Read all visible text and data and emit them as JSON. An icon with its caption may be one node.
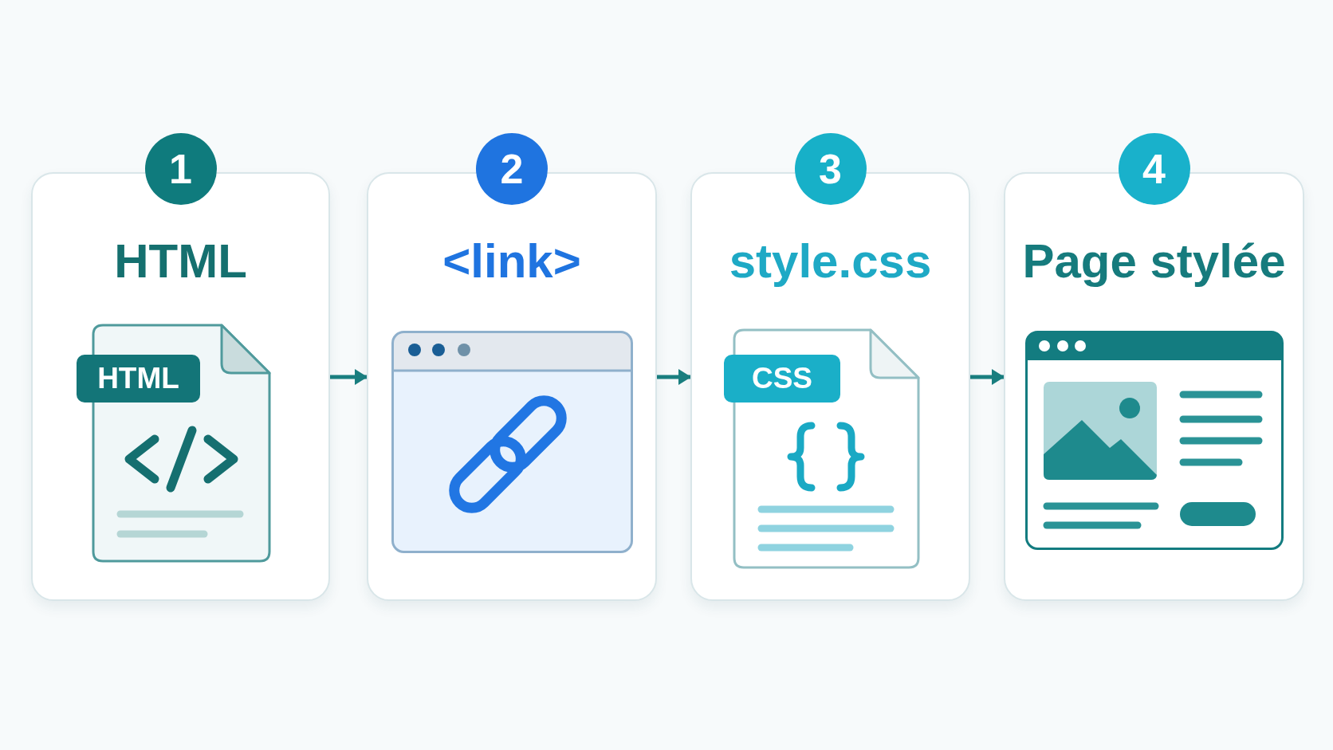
{
  "diagram": {
    "nodes": [
      {
        "text": [
          "1",
          "HTML",
          "HTML"
        ]
      },
      {
        "text": [
          "2",
          "<link>"
        ]
      },
      {
        "text": [
          "3",
          "style.css",
          "CSS"
        ]
      },
      {
        "text": [
          "4",
          "Page stylée"
        ]
      }
    ],
    "edges": [
      {
        "from": 0,
        "to": 1,
        "arrow": "to"
      },
      {
        "from": 1,
        "to": 2,
        "arrow": "to"
      },
      {
        "from": 2,
        "to": 3,
        "arrow": "to"
      }
    ]
  }
}
